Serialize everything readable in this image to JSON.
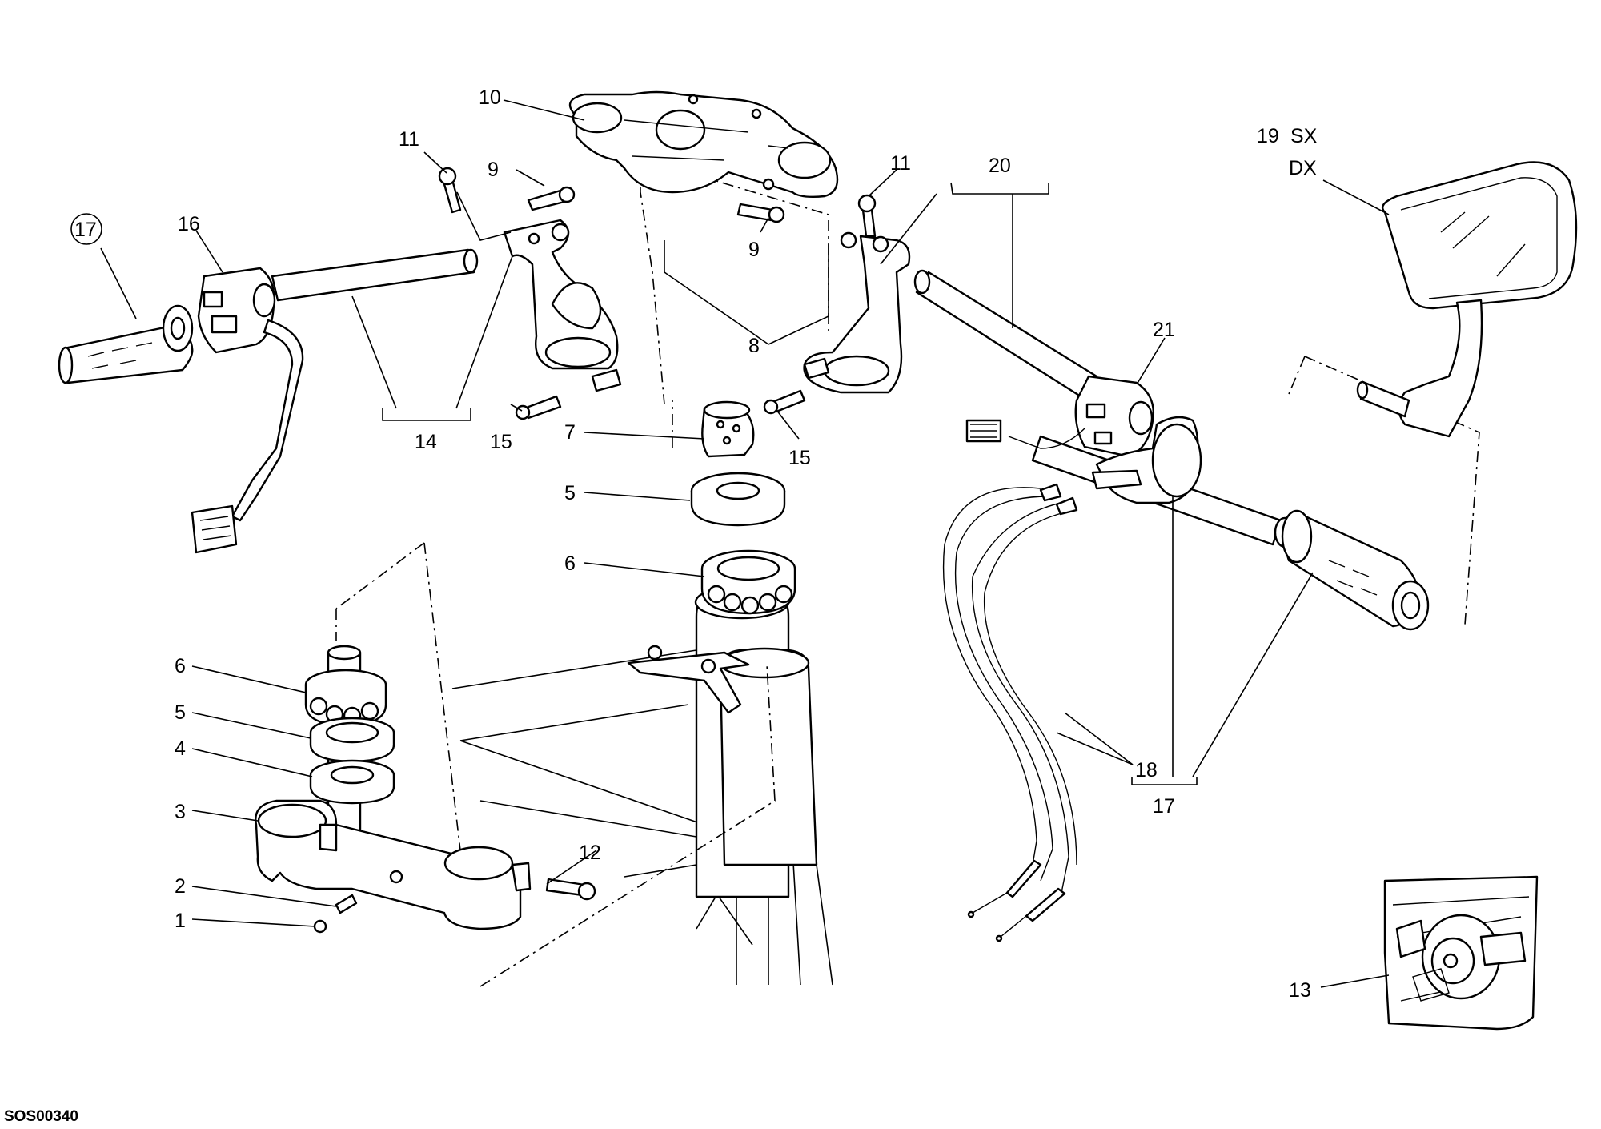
{
  "figure_code": "SOS00340",
  "labels": [
    {
      "id": "l1",
      "text": "1"
    },
    {
      "id": "l2",
      "text": "2"
    },
    {
      "id": "l3",
      "text": "3"
    },
    {
      "id": "l4",
      "text": "4"
    },
    {
      "id": "l5a",
      "text": "5"
    },
    {
      "id": "l6a",
      "text": "6"
    },
    {
      "id": "l5b",
      "text": "5"
    },
    {
      "id": "l6b",
      "text": "6"
    },
    {
      "id": "l7",
      "text": "7"
    },
    {
      "id": "l8",
      "text": "8"
    },
    {
      "id": "l9a",
      "text": "9"
    },
    {
      "id": "l9b",
      "text": "9"
    },
    {
      "id": "l10",
      "text": "10"
    },
    {
      "id": "l11a",
      "text": "11"
    },
    {
      "id": "l11b",
      "text": "11"
    },
    {
      "id": "l12",
      "text": "12"
    },
    {
      "id": "l13",
      "text": "13"
    },
    {
      "id": "l14",
      "text": "14"
    },
    {
      "id": "l15a",
      "text": "15"
    },
    {
      "id": "l15b",
      "text": "15"
    },
    {
      "id": "l16",
      "text": "16"
    },
    {
      "id": "l17a",
      "text": "17"
    },
    {
      "id": "l17b",
      "text": "17"
    },
    {
      "id": "l18",
      "text": "18"
    },
    {
      "id": "l19",
      "text": "19"
    },
    {
      "id": "l19sx",
      "text": "SX"
    },
    {
      "id": "l19dx",
      "text": "DX"
    },
    {
      "id": "l20",
      "text": "20"
    },
    {
      "id": "l21",
      "text": "21"
    }
  ]
}
